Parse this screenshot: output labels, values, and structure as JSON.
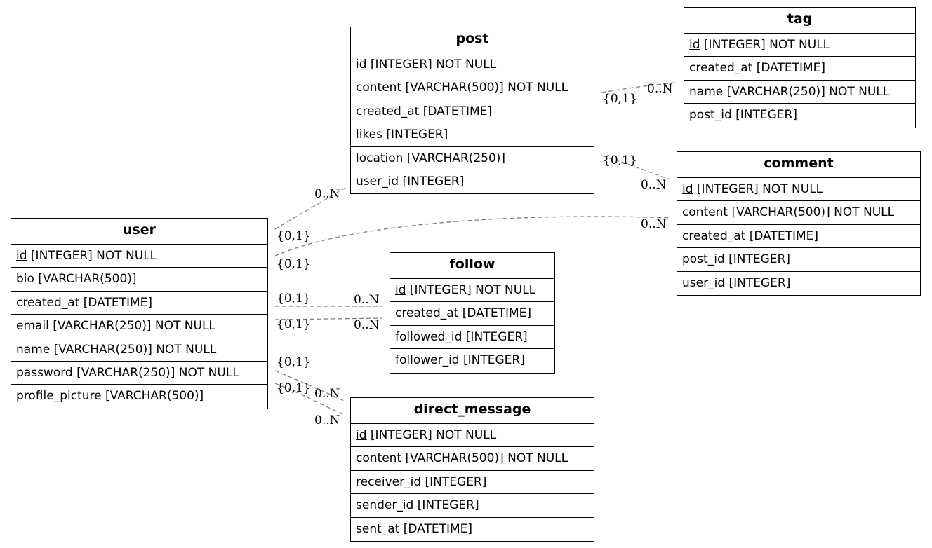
{
  "entities": {
    "post": {
      "name": "post",
      "columns": [
        {
          "pk": "id",
          "rest": " [INTEGER] NOT NULL"
        },
        {
          "text": "content [VARCHAR(500)] NOT NULL"
        },
        {
          "text": "created_at [DATETIME]"
        },
        {
          "text": "likes [INTEGER]"
        },
        {
          "text": "location [VARCHAR(250)]"
        },
        {
          "text": "user_id [INTEGER]"
        }
      ]
    },
    "tag": {
      "name": "tag",
      "columns": [
        {
          "pk": "id",
          "rest": " [INTEGER] NOT NULL"
        },
        {
          "text": "created_at [DATETIME]"
        },
        {
          "text": "name [VARCHAR(250)] NOT NULL"
        },
        {
          "text": "post_id [INTEGER]"
        }
      ]
    },
    "comment": {
      "name": "comment",
      "columns": [
        {
          "pk": "id",
          "rest": " [INTEGER] NOT NULL"
        },
        {
          "text": "content [VARCHAR(500)] NOT NULL"
        },
        {
          "text": "created_at [DATETIME]"
        },
        {
          "text": "post_id [INTEGER]"
        },
        {
          "text": "user_id [INTEGER]"
        }
      ]
    },
    "user": {
      "name": "user",
      "columns": [
        {
          "pk": "id",
          "rest": " [INTEGER] NOT NULL"
        },
        {
          "text": "bio [VARCHAR(500)]"
        },
        {
          "text": "created_at [DATETIME]"
        },
        {
          "text": "email [VARCHAR(250)] NOT NULL"
        },
        {
          "text": "name [VARCHAR(250)] NOT NULL"
        },
        {
          "text": "password [VARCHAR(250)] NOT NULL"
        },
        {
          "text": "profile_picture [VARCHAR(500)]"
        }
      ]
    },
    "follow": {
      "name": "follow",
      "columns": [
        {
          "pk": "id",
          "rest": " [INTEGER] NOT NULL"
        },
        {
          "text": "created_at [DATETIME]"
        },
        {
          "text": "followed_id [INTEGER]"
        },
        {
          "text": "follower_id [INTEGER]"
        }
      ]
    },
    "direct_message": {
      "name": "direct_message",
      "columns": [
        {
          "pk": "id",
          "rest": " [INTEGER] NOT NULL"
        },
        {
          "text": "content [VARCHAR(500)] NOT NULL"
        },
        {
          "text": "receiver_id [INTEGER]"
        },
        {
          "text": "sender_id [INTEGER]"
        },
        {
          "text": "sent_at [DATETIME]"
        }
      ]
    }
  },
  "relationships": [
    {
      "from": "post",
      "to": "tag",
      "from_card": "{0,1}",
      "to_card": "0..N"
    },
    {
      "from": "post",
      "to": "comment",
      "from_card": "{0,1}",
      "to_card": "0..N"
    },
    {
      "from": "user",
      "to": "post",
      "from_card": "{0,1}",
      "to_card": "0..N"
    },
    {
      "from": "user",
      "to": "comment",
      "from_card": "{0,1}",
      "to_card": "0..N"
    },
    {
      "from": "user",
      "to": "follow",
      "from_card": "{0,1}",
      "to_card": "0..N"
    },
    {
      "from": "user",
      "to": "follow",
      "from_card": "{0,1}",
      "to_card": "0..N"
    },
    {
      "from": "user",
      "to": "direct_message",
      "from_card": "{0,1}",
      "to_card": "0..N"
    },
    {
      "from": "user",
      "to": "direct_message",
      "from_card": "{0,1}",
      "to_card": "0..N"
    }
  ],
  "colors": {
    "edge": "#808080",
    "border": "#000000"
  }
}
